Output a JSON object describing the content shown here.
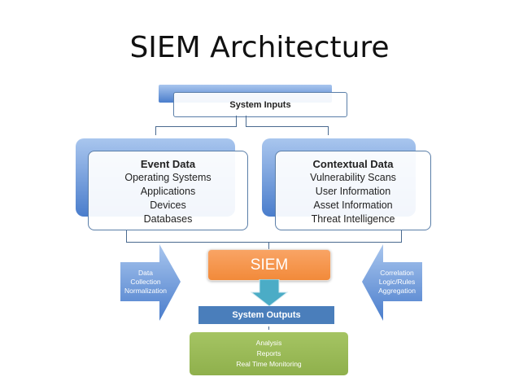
{
  "title": "SIEM Architecture",
  "inputs": {
    "label": "System Inputs"
  },
  "event_data": {
    "heading": "Event Data",
    "items": [
      "Operating Systems",
      "Applications",
      "Devices",
      "Databases"
    ]
  },
  "contextual_data": {
    "heading": "Contextual Data",
    "items": [
      "Vulnerability Scans",
      "User Information",
      "Asset Information",
      "Threat Intelligence"
    ]
  },
  "siem": {
    "label": "SIEM"
  },
  "left_arrow": {
    "lines": [
      "Data",
      "Collection",
      "Normalization"
    ]
  },
  "right_arrow": {
    "lines": [
      "Correlation",
      "Logic/Rules",
      "Aggregation"
    ]
  },
  "outputs": {
    "label": "System Outputs",
    "items": [
      "Analysis",
      "Reports",
      "Real Time Monitoring"
    ]
  },
  "colors": {
    "blue": "#4a7dcc",
    "orange": "#f79646",
    "green": "#9bbb59",
    "teal": "#4bacc6",
    "outputs": "#4a7ebb"
  }
}
